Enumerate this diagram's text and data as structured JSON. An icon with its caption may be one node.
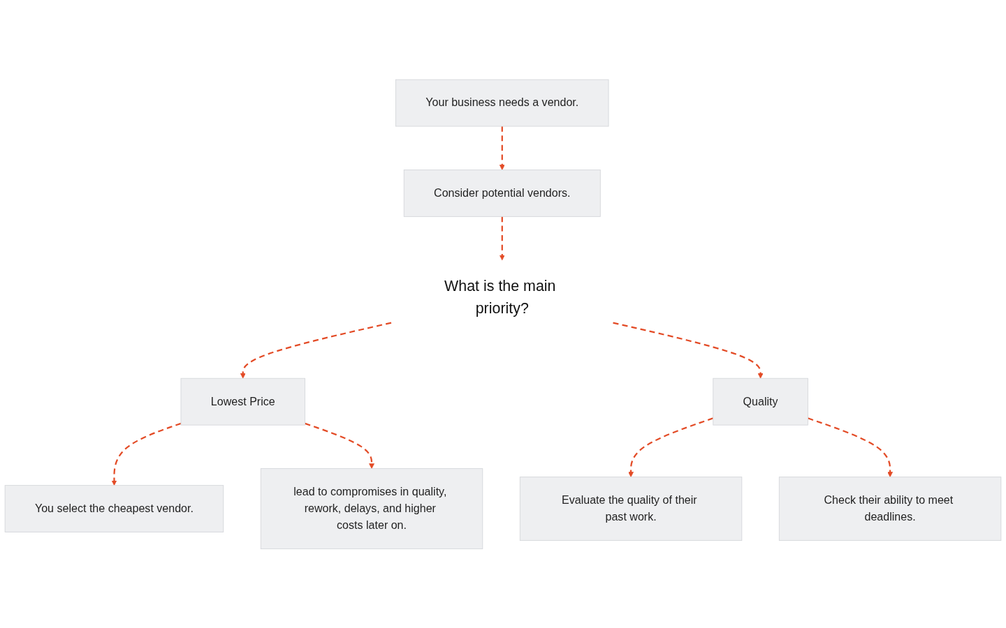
{
  "diagram": {
    "nodes": [
      {
        "text": [
          "Your business needs a vendor."
        ]
      },
      {
        "text": [
          "Consider potential vendors."
        ]
      },
      {
        "text": [
          "What is the main priority?"
        ]
      },
      {
        "text": [
          "Lowest Price"
        ]
      },
      {
        "text": [
          "Quality"
        ]
      },
      {
        "text": [
          "You select the cheapest vendor."
        ]
      },
      {
        "text": [
          "lead to compromises in quality, rework, delays, and higher costs later on."
        ]
      },
      {
        "text": [
          "Evaluate the quality of their past work."
        ]
      },
      {
        "text": [
          "Check their ability to meet deadlines."
        ]
      }
    ],
    "edges": [
      {
        "from": 0,
        "to": 1,
        "arrow": "to",
        "style": "dashed"
      },
      {
        "from": 1,
        "to": 2,
        "arrow": "to",
        "style": "dashed"
      },
      {
        "from": 2,
        "to": 3,
        "arrow": "to",
        "style": "dashed"
      },
      {
        "from": 2,
        "to": 4,
        "arrow": "to",
        "style": "dashed"
      },
      {
        "from": 3,
        "to": 5,
        "arrow": "to",
        "style": "dashed"
      },
      {
        "from": 3,
        "to": 6,
        "arrow": "to",
        "style": "dashed"
      },
      {
        "from": 4,
        "to": 7,
        "arrow": "to",
        "style": "dashed"
      },
      {
        "from": 4,
        "to": 8,
        "arrow": "to",
        "style": "dashed"
      }
    ]
  }
}
